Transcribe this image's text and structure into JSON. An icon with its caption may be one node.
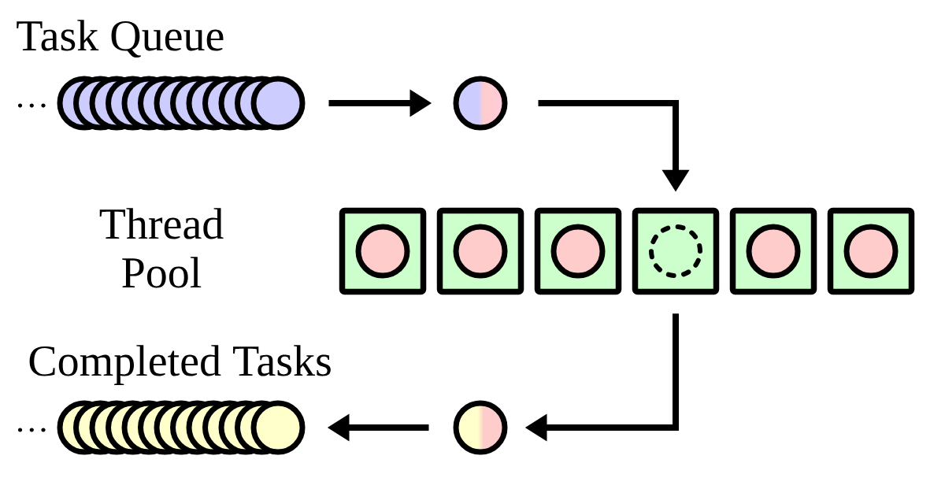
{
  "diagram": {
    "nodes": [
      {
        "text": [
          "Task Queue",
          "…"
        ]
      },
      {
        "text": [],
        "shape": "circle"
      },
      {
        "text": [],
        "shape": "box"
      },
      {
        "text": [],
        "shape": "circle",
        "in": 2
      },
      {
        "text": [],
        "shape": "box"
      },
      {
        "text": [],
        "shape": "circle",
        "in": 4
      },
      {
        "text": [],
        "shape": "box"
      },
      {
        "text": [],
        "shape": "circle",
        "in": 6
      },
      {
        "text": [],
        "shape": "box"
      },
      {
        "text": [],
        "shape": "circle",
        "in": 8
      },
      {
        "text": [],
        "shape": "box"
      },
      {
        "text": [],
        "shape": "circle",
        "in": 10
      },
      {
        "text": [],
        "shape": "box"
      },
      {
        "text": [],
        "shape": "circle",
        "in": 12
      },
      {
        "text": [
          "Completed Tasks",
          "…"
        ]
      },
      {
        "text": [],
        "shape": "circle"
      }
    ],
    "edges": [
      {
        "from": 0,
        "to": 1,
        "arrow": "to"
      },
      {
        "from": 1,
        "to": 8,
        "arrow": "to"
      },
      {
        "from": 8,
        "to": 15,
        "arrow": "to"
      },
      {
        "from": 15,
        "to": 14,
        "arrow": "to"
      }
    ],
    "labels": [
      "Thread Pool"
    ]
  }
}
